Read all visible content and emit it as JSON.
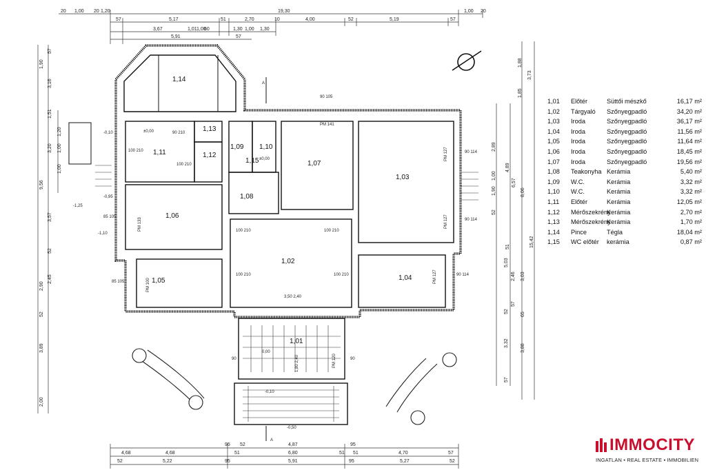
{
  "dimensions": {
    "top": [
      "20",
      "1,00",
      "20",
      "1,20",
      "19,30",
      "1,00",
      "20"
    ],
    "top_row2": [
      "57",
      "5,17",
      "51",
      "2,70",
      "10",
      "4,00",
      "52",
      "5,19",
      "57"
    ],
    "top_row3": [
      "3,67",
      "1,01",
      "1,00",
      "60",
      "1,30",
      "1,00",
      "1,30"
    ],
    "top_row4": [
      "5,91",
      "57"
    ],
    "left": [
      "57",
      "1,90",
      "3,16",
      "1,20",
      "3,20",
      "1,00",
      "1,00",
      "1,51",
      "9,56",
      "3,57",
      "2,45",
      "52",
      "2,90",
      "52",
      "3,89",
      "2,00"
    ],
    "right": [
      "1,88",
      "3,73",
      "1,85",
      "2,89",
      "4,89",
      "1,90",
      "1,00",
      "6,57",
      "8,06",
      "52",
      "5,03",
      "51",
      "2,46",
      "3,03",
      "57",
      "65",
      "52",
      "15,42",
      "3,32",
      "3,88",
      "57"
    ],
    "bottom": [
      "95",
      "52",
      "95",
      "4,87",
      "4,68",
      "51",
      "4,70",
      "57",
      "4,68",
      "6,80",
      "51",
      "51",
      "5,22",
      "95",
      "5,91",
      "95",
      "5,27",
      "52",
      "52"
    ]
  },
  "rooms": [
    {
      "id": "1,14"
    },
    {
      "id": "1,13"
    },
    {
      "id": "1,11"
    },
    {
      "id": "1,12"
    },
    {
      "id": "1,09"
    },
    {
      "id": "1,10"
    },
    {
      "id": "1,15"
    },
    {
      "id": "1,08"
    },
    {
      "id": "1,07"
    },
    {
      "id": "1,03"
    },
    {
      "id": "1,06"
    },
    {
      "id": "1,02"
    },
    {
      "id": "1,05"
    },
    {
      "id": "1,04"
    },
    {
      "id": "1,01"
    }
  ],
  "annotations": {
    "levels": [
      "±0,00",
      "-0,10",
      "-0,95",
      "-1,25",
      "-1,10",
      "0,00",
      "-0,10",
      "-0,50",
      "±0,00"
    ],
    "openings": [
      "100 210",
      "100 210",
      "90 210",
      "85 105",
      "PM 133",
      "100 210",
      "100 210",
      "100 210",
      "100 210",
      "PM 141",
      "90 105",
      "PM 127",
      "90 114",
      "PM 127",
      "90 114",
      "PM 127",
      "90 114",
      "85 105",
      "PM 100",
      "3,50 2,40",
      "1,80 2,40",
      "PM 120",
      "90",
      "90"
    ],
    "section_marks": [
      "A",
      "A"
    ]
  },
  "legend": [
    {
      "num": "1,01",
      "name": "Előtér",
      "material": "Süttői mészkő",
      "area": "16,17 m²"
    },
    {
      "num": "1,02",
      "name": "Tárgyaló",
      "material": "Szőnyegpadló",
      "area": "34,20 m²"
    },
    {
      "num": "1,03",
      "name": "Iroda",
      "material": "Szőnyegpadló",
      "area": "36,17 m²"
    },
    {
      "num": "1,04",
      "name": "Iroda",
      "material": "Szőnyegpadló",
      "area": "11,56 m²"
    },
    {
      "num": "1,05",
      "name": "Iroda",
      "material": "Szőnyegpadló",
      "area": "11,64 m²"
    },
    {
      "num": "1,06",
      "name": "Iroda",
      "material": "Szőnyegpadló",
      "area": "18,45 m²"
    },
    {
      "num": "1,07",
      "name": "Iroda",
      "material": "Szőnyegpadló",
      "area": "19,56 m²"
    },
    {
      "num": "1,08",
      "name": "Teakonyha",
      "material": "Kerámia",
      "area": "5,40 m²"
    },
    {
      "num": "1,09",
      "name": "W.C.",
      "material": "Kerámia",
      "area": "3,32 m²"
    },
    {
      "num": "1,10",
      "name": "W.C.",
      "material": "Kerámia",
      "area": "3,32 m²"
    },
    {
      "num": "1,11",
      "name": "Előtér",
      "material": "Kerámia",
      "area": "12,05 m²"
    },
    {
      "num": "1,12",
      "name": "Mérőszekrény",
      "material": "Kerámia",
      "area": "2,70 m²"
    },
    {
      "num": "1,13",
      "name": "Mérőszekrény",
      "material": "Kerámia",
      "area": "1,70 m²"
    },
    {
      "num": "1,14",
      "name": "Pince",
      "material": "Tégla",
      "area": "18,04 m²"
    },
    {
      "num": "1,15",
      "name": "WC előtér",
      "material": "kerámia",
      "area": "0,87 m²"
    }
  ],
  "logo": {
    "name": "IMMOCITY",
    "tagline": "INGATLAN ▪ REAL ESTATE ▪ IMMOBILIEN",
    "brand_color": "#c8102e"
  }
}
